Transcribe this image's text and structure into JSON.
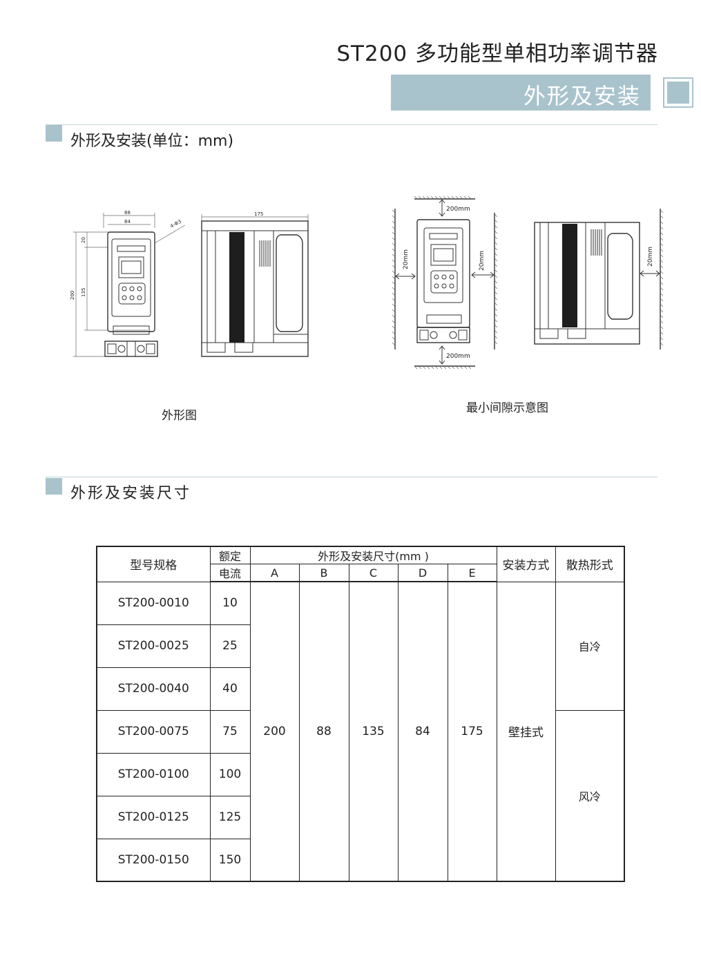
{
  "header": {
    "title": "ST200 多功能型单相功率调节器",
    "banner": "外形及安装"
  },
  "section1": {
    "title": "外形及安装(单位：mm)",
    "caption_left": "外形图",
    "caption_right": "最小间隙示意图",
    "dims": {
      "w_outer": "88",
      "w_inner": "84",
      "hole": "4-Φ3",
      "depth": "175",
      "h_total": "200",
      "h_upper": "20",
      "h_mount": "135",
      "clear_top": "200mm",
      "clear_bottom": "200mm",
      "clear_left": "20mm",
      "clear_right": "20mm",
      "clear_side": "20mm"
    }
  },
  "section2": {
    "title": "外形及安装尺寸",
    "table": {
      "col_model": "型号规格",
      "col_current_l1": "额定",
      "col_current_l2": "电流",
      "col_dims": "外形及安装尺寸(mm )",
      "dim_letters": [
        "A",
        "B",
        "C",
        "D",
        "E"
      ],
      "col_install": "安装方式",
      "col_cooling": "散热形式",
      "rows": [
        {
          "model": "ST200-0010",
          "current": "10"
        },
        {
          "model": "ST200-0025",
          "current": "25"
        },
        {
          "model": "ST200-0040",
          "current": "40"
        },
        {
          "model": "ST200-0075",
          "current": "75"
        },
        {
          "model": "ST200-0100",
          "current": "100"
        },
        {
          "model": "ST200-0125",
          "current": "125"
        },
        {
          "model": "ST200-0150",
          "current": "150"
        }
      ],
      "dim_values": [
        "200",
        "88",
        "135",
        "84",
        "175"
      ],
      "install": "壁挂式",
      "cooling_self": "自冷",
      "cooling_fan": "风冷"
    }
  }
}
